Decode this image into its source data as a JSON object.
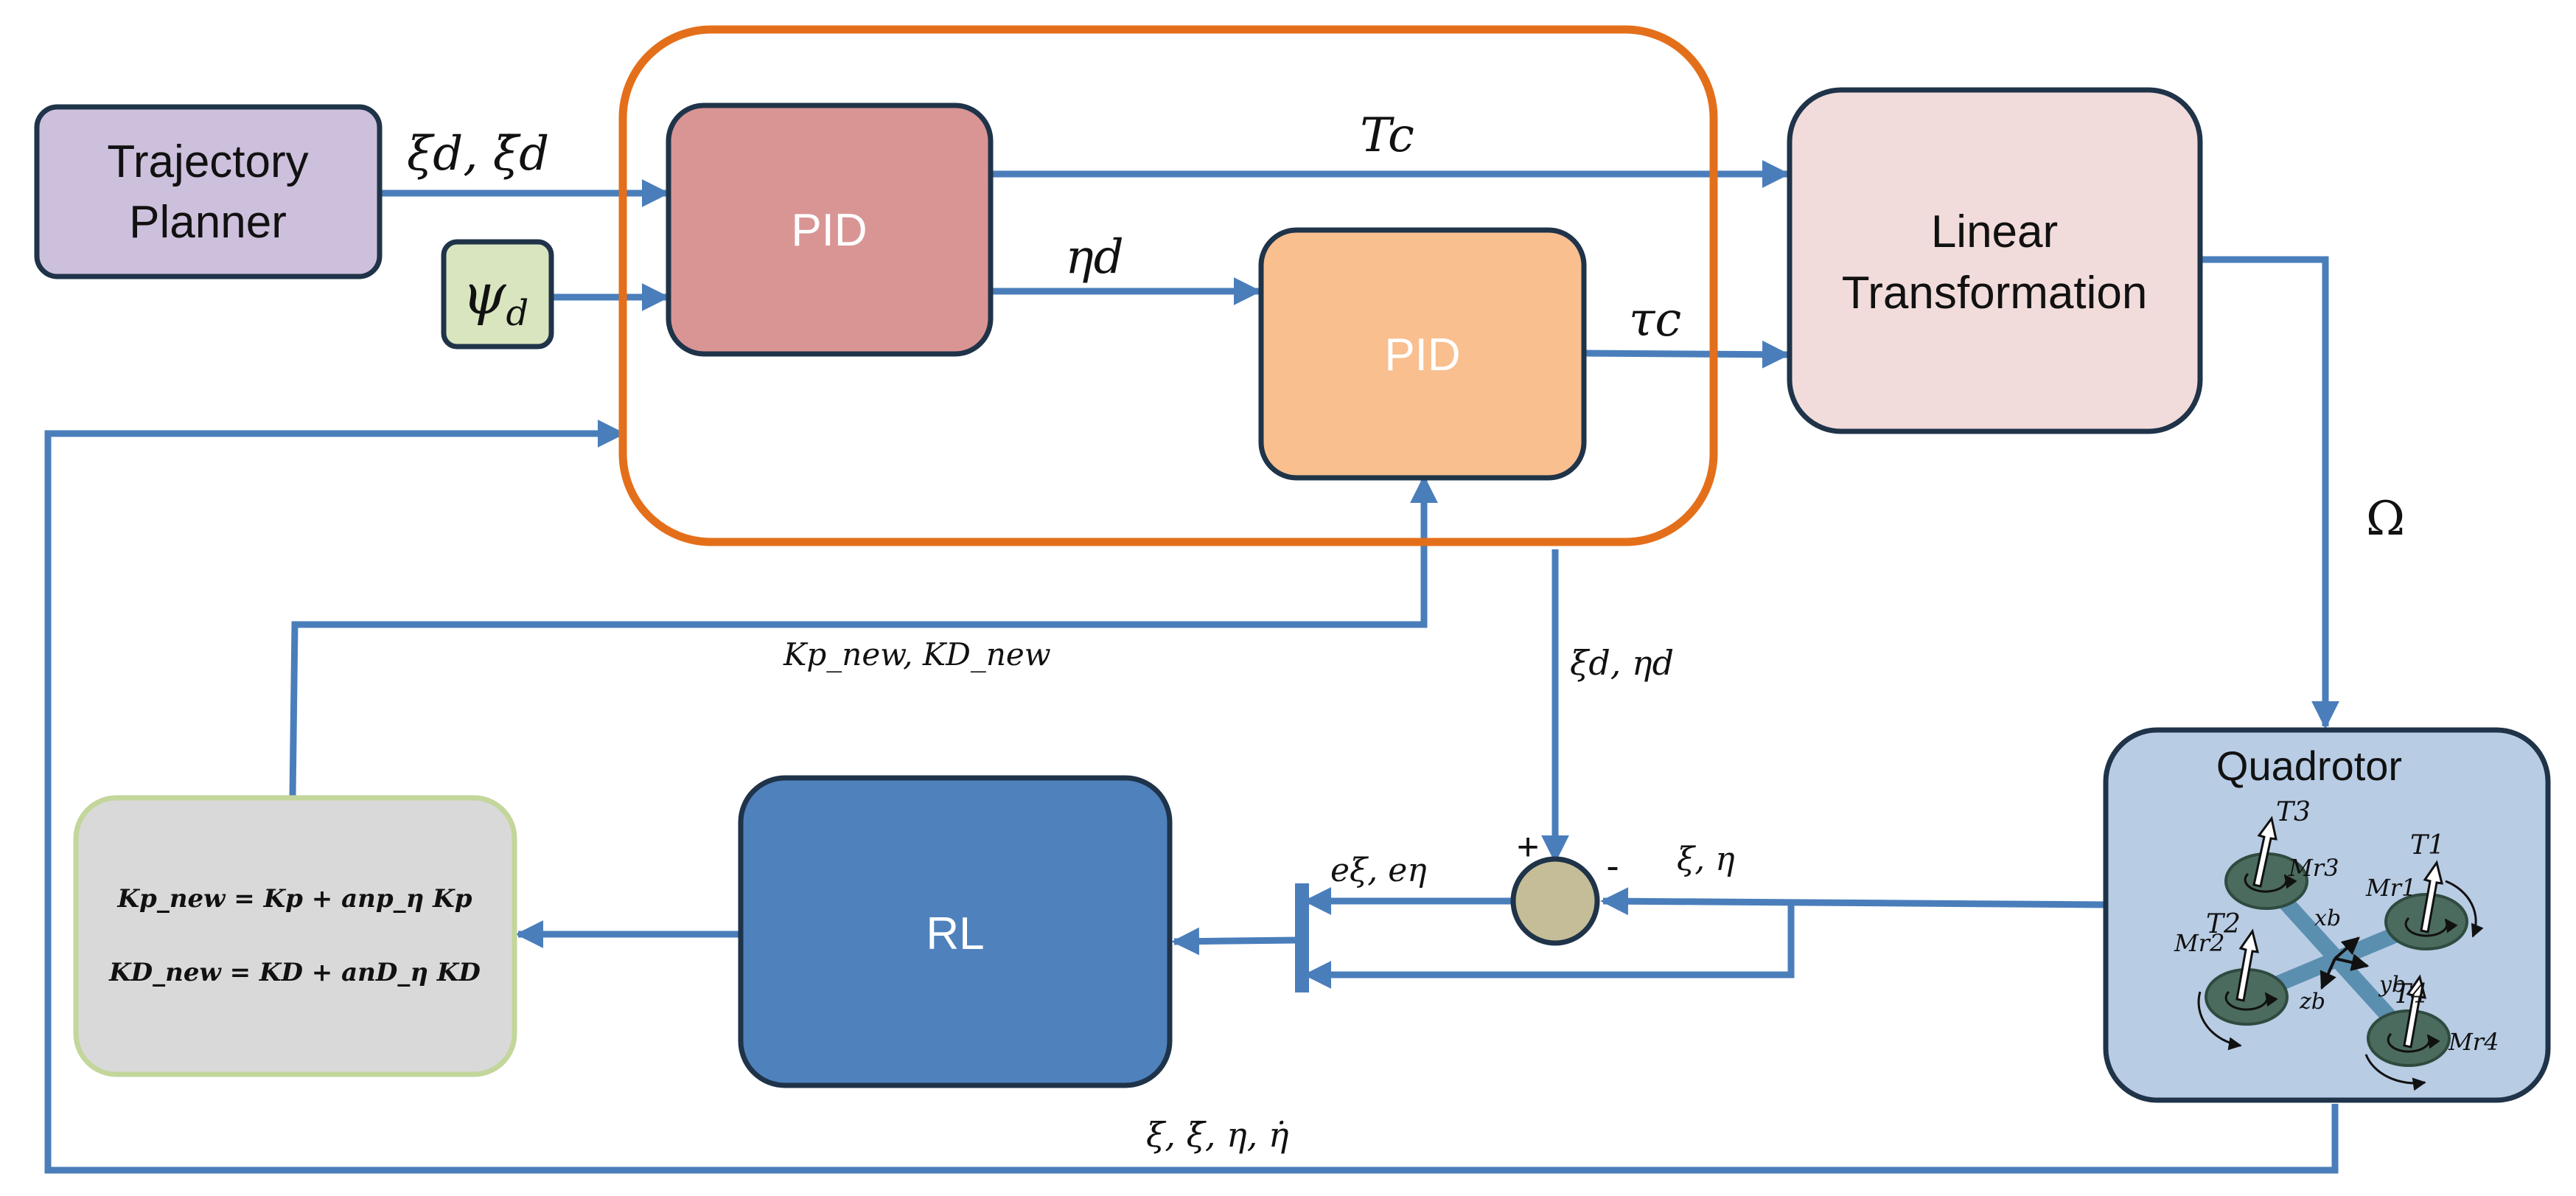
{
  "colors": {
    "arrow": "#4a7ebb",
    "box_stroke": "#1f3349",
    "controller_frame": "#e46f1a",
    "trajectory_fill": "#cdc0dc",
    "psi_fill": "#d8e5be",
    "pid_outer_fill": "#d99594",
    "pid_inner_fill": "#f9bf8f",
    "linear_fill": "#f1dcdb",
    "quad_fill": "#b8cce4",
    "rl_fill": "#4f81bd",
    "gain_fill": "#d9d9d9",
    "gain_stroke": "#c3d69b",
    "sum_fill": "#c4bd97",
    "rotor_fill": "#4b6b5e"
  },
  "blocks": {
    "trajectory_planner": {
      "line1": "Trajectory",
      "line2": "Planner"
    },
    "psi_d": {
      "symbol": "ψ",
      "sub": "d"
    },
    "pid_outer": {
      "label": "PID"
    },
    "pid_inner": {
      "label": "PID"
    },
    "linear_transformation": {
      "line1": "Linear",
      "line2": "Transformation"
    },
    "rl": {
      "label": "RL"
    },
    "quadrotor": {
      "label": "Quadrotor"
    },
    "gain_update": {
      "eq1": "Kp_new = Kp + anp_η Kp",
      "eq2": "KD_new = KD + anD_η KD"
    },
    "summing_junction": {
      "plus": "+",
      "minus": "-"
    }
  },
  "signals": {
    "xi_d_dot": "ξd, ξ̇d",
    "T_c": "Tc",
    "eta_d": "ηd",
    "tau_c": "τc",
    "omega": "Ω",
    "xi_d_eta_d": "ξd, ηd",
    "K_new": "Kp_new, KD_new",
    "e_xi_e_eta": "eξ, eη",
    "xi_eta": "ξ, η",
    "feedback_state": "ξ, ξ̇, η, η̇"
  },
  "quadrotor_labels": {
    "T1": "T1",
    "T2": "T2",
    "T3": "T3",
    "T4": "T4",
    "Mr1": "Mr1",
    "Mr2": "Mr2",
    "Mr3": "Mr3",
    "Mr4": "Mr4",
    "xb": "xb",
    "yb": "yb",
    "zb": "zb"
  }
}
